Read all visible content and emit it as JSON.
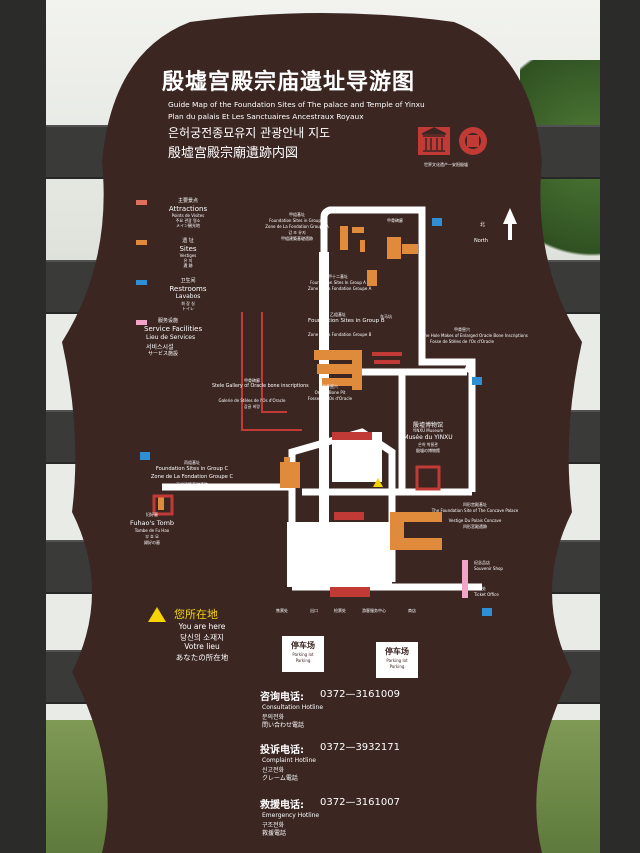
{
  "sign": {
    "title_cn": "殷墟宫殿宗庙遗址导游图",
    "title_en": "Guide Map of the Foundation Sites of The palace and Temple of Yinxu",
    "title_fr": "Plan du palais Et Les Sanctuaires Ancestraux Royaux",
    "title_kr": "은허궁전종묘유지 관광안내 지도",
    "title_jp": "殷墟宫殿宗廟遺跡内図",
    "heritage_caption": "世界文化遗产一安阳殷墟"
  },
  "legend": [
    {
      "cn": "主要景点",
      "en": "Attractions",
      "fr": "Points de Visites",
      "kr": "주요 관광 명소",
      "jp": "メイン観光地",
      "color": "#e0705d"
    },
    {
      "cn": "遗  址",
      "en": "Sites",
      "fr": "Vestiges",
      "kr": "유  지",
      "jp": "遺  跡",
      "color": "#e08a3c"
    },
    {
      "cn": "卫生间",
      "en": "Restrooms",
      "fr": "Lavabos",
      "kr": "화 장 실",
      "jp": "トイレ",
      "color": "#2f8fd6"
    },
    {
      "cn": "服务设施",
      "en": "Service Facilities",
      "fr": "Lieu de Services",
      "kr": "서비스시설",
      "jp": "サービス施設",
      "color": "#f3a5c8"
    }
  ],
  "map": {
    "north_cn": "北",
    "north_en": "North",
    "group_a": {
      "cn": "甲组基址",
      "en": "Foundation Sites in Group A",
      "fr": "Zone de La Fondation Groupe A",
      "kr": "갑 조 유지",
      "jp": "甲組建築基礎遺跡"
    },
    "stele_gallery": "甲骨碑廊",
    "site_12": {
      "cn": "甲十二基址",
      "en": "Foundation Sites In Group A",
      "fr": "Zone de La Fondation Groupe A"
    },
    "group_b": {
      "cn": "乙组基址",
      "en": "Foundation Sites in Group B",
      "fr": "Zone de La Fondation Groupe B"
    },
    "chariot_pit": "车马坑",
    "oracle_inscriptions": {
      "cn": "甲骨窖穴",
      "en": "The Hole Makes of Enlarged Oracle Bone Inscriptions",
      "fr": "Fosse de Stèles de l'Os d'Oracle"
    },
    "stele_gallery_2": {
      "cn": "甲骨碑廊",
      "en": "Stele Gallery of Oracle bone inscriptions",
      "fr": "Galerie de Stèles de l'Os d'Oracle",
      "kr": "갑골 비랑"
    },
    "oracle_pit": {
      "cn": "甲骨窖穴",
      "en": "Oracle Bone Pit",
      "fr": "Fosse de l'Os d'Oracle"
    },
    "museum": {
      "cn": "殷墟博物馆",
      "en": "YINXU Museum",
      "fr": "Musée du YINXU",
      "kr": "은허 박물관",
      "jp": "殷墟の博物館"
    },
    "group_c": {
      "cn": "丙组基址",
      "en": "Foundation Sites in Group C",
      "fr": "Zone de La Fondation Groupe C",
      "jp": "丙組建築基礎遺跡"
    },
    "fuhao": {
      "cn": "妇好墓",
      "en": "Fuhao's Tomb",
      "fr": "Tombe de Fu Hao",
      "kr": "부 호 묘",
      "jp": "婦好の墓"
    },
    "concave": {
      "cn": "凹形宫殿基址",
      "en": "The Foundation Site of The Concave Palace",
      "fr": "Vestige Du Palais Concave",
      "jp": "凹形宮殿遺跡"
    },
    "souvenir": {
      "cn": "纪念品店",
      "en": "Souvenir Shop"
    },
    "ticket_booth": {
      "cn": "售票处",
      "en": "Ticket Office"
    },
    "you_are_here": {
      "cn": "您所在地",
      "en": "You are here",
      "kr": "당신의 소재지",
      "fr": "Votre lieu",
      "jp": "あなたの所在地"
    },
    "parking_1": {
      "cn": "停车场",
      "en": "Parking lot",
      "fr": "Parking"
    },
    "parking_2": {
      "cn": "停车场",
      "en": "Parking lot",
      "fr": "Parking"
    },
    "bottom_labels": [
      "售票处",
      "出口",
      "检票处",
      "游客服务中心",
      "商店"
    ]
  },
  "hotlines": [
    {
      "cn": "咨询电话:",
      "number": "0372—3161009",
      "en": "Consultation Hotline",
      "kr": "문의전화",
      "jp": "問い合わせ電話"
    },
    {
      "cn": "投诉电话:",
      "number": "0372—3932171",
      "en": "Complaint Hotline",
      "kr": "신고전화",
      "jp": "クレーム電話"
    },
    {
      "cn": "救援电话:",
      "number": "0372—3161007",
      "en": "Emergency Hotline",
      "kr": "구조전화",
      "jp": "救援電話"
    }
  ]
}
